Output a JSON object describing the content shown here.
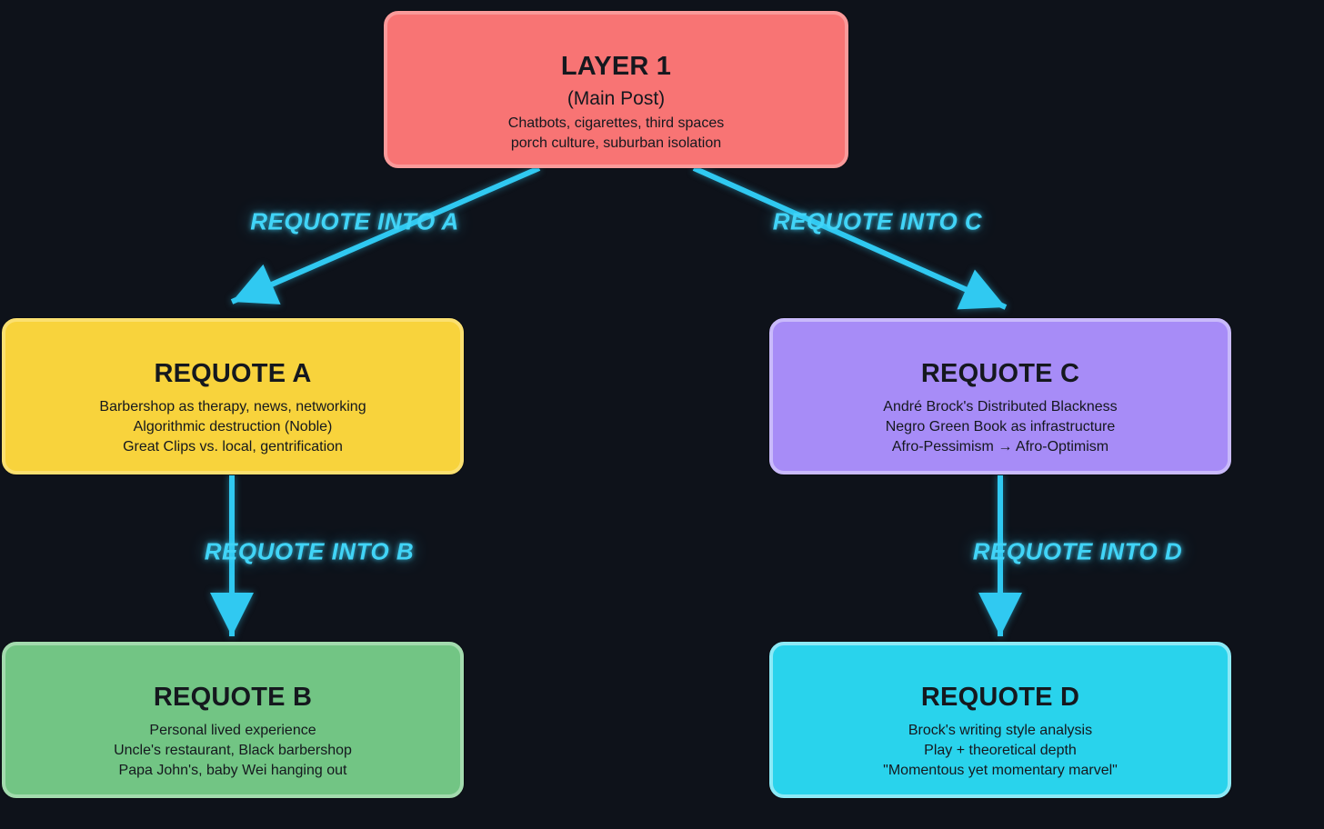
{
  "page": {
    "background_color": "#0e121a",
    "accent_color": "#30c9f1",
    "edge_label_color": "#41d4f7",
    "node_text_color": "#15181e"
  },
  "nodes": [
    {
      "id": "layer-1",
      "title": "LAYER 1",
      "subtitle": "(Main Post)",
      "lines": [
        "Chatbots, cigarettes, third spaces",
        "porch culture, suburban isolation"
      ],
      "fill": "#f87474",
      "border": "#fa9a9a"
    },
    {
      "id": "requote-a",
      "title": "REQUOTE A",
      "lines": [
        "Barbershop as therapy, news, networking",
        "Algorithmic destruction (Noble)",
        "Great Clips vs. local, gentrification"
      ],
      "fill": "#f8d33c",
      "border": "#fbe070"
    },
    {
      "id": "requote-c",
      "title": "REQUOTE C",
      "lines": [
        "André Brock's Distributed Blackness",
        "Negro Green Book as infrastructure",
        "Afro-Pessimism → Afro-Optimism"
      ],
      "fill": "#a78cf7",
      "border": "#c9bafb"
    },
    {
      "id": "requote-b",
      "title": "REQUOTE B",
      "lines": [
        "Personal lived experience",
        "Uncle's restaurant, Black barbershop",
        "Papa John's, baby Wei hanging out"
      ],
      "fill": "#72c584",
      "border": "#a3dbae"
    },
    {
      "id": "requote-d",
      "title": "REQUOTE D",
      "lines": [
        "Brock's writing style analysis",
        "Play + theoretical depth",
        "\"Momentous yet momentary marvel\""
      ],
      "fill": "#29d3ec",
      "border": "#8ce9f6"
    }
  ],
  "edges": [
    {
      "id": "into-a",
      "from": "layer-1",
      "to": "requote-a",
      "label": "REQUOTE INTO A"
    },
    {
      "id": "into-c",
      "from": "layer-1",
      "to": "requote-c",
      "label": "REQUOTE INTO C"
    },
    {
      "id": "into-b",
      "from": "requote-a",
      "to": "requote-b",
      "label": "REQUOTE INTO B"
    },
    {
      "id": "into-d",
      "from": "requote-c",
      "to": "requote-d",
      "label": "REQUOTE INTO D"
    }
  ]
}
